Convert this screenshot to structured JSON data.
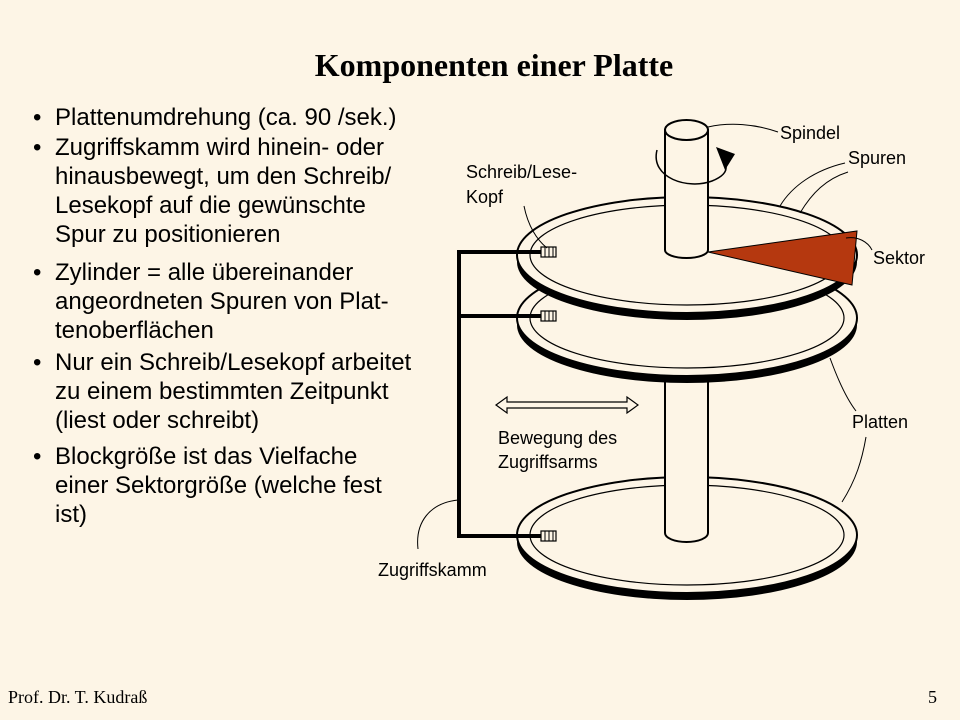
{
  "slide": {
    "title": "Komponenten einer Platte",
    "footer": {
      "author": "Prof. Dr. T. Kudraß",
      "page_number": "5"
    }
  },
  "bullets": [
    {
      "lines": [
        "Plattenumdrehung (ca. 90 /sek.)"
      ]
    },
    {
      "lines": [
        "Zugriffskamm wird hinein- oder",
        "hinausbewegt, um den Schreib/",
        "Lesekopf auf die gewünschte",
        "Spur zu positionieren"
      ]
    },
    {
      "lines": [
        "Zylinder = alle übereinander",
        "angeordneten Spuren von Plat-",
        "tenoberflächen"
      ]
    },
    {
      "lines": [
        "Nur ein Schreib/Lesekopf arbeitet",
        "zu einem bestimmten Zeitpunkt",
        "(liest oder schreibt)"
      ]
    },
    {
      "lines": [
        "Blockgröße ist das Vielfache",
        "einer Sektorgröße (welche fest",
        "ist)"
      ]
    }
  ],
  "diagram": {
    "labels": {
      "spindle": "Spindel",
      "tracks": "Spuren",
      "head": [
        "Schreib/Lese-",
        "Kopf"
      ],
      "sector": "Sektor",
      "platters": "Platten",
      "arm_motion": [
        "Bewegung des",
        "Zugriffsarms"
      ],
      "comb": "Zugriffskamm"
    }
  },
  "theme": {
    "background": "#FDF5E6",
    "sector_color": "#B5380F",
    "ink": "#000000"
  }
}
